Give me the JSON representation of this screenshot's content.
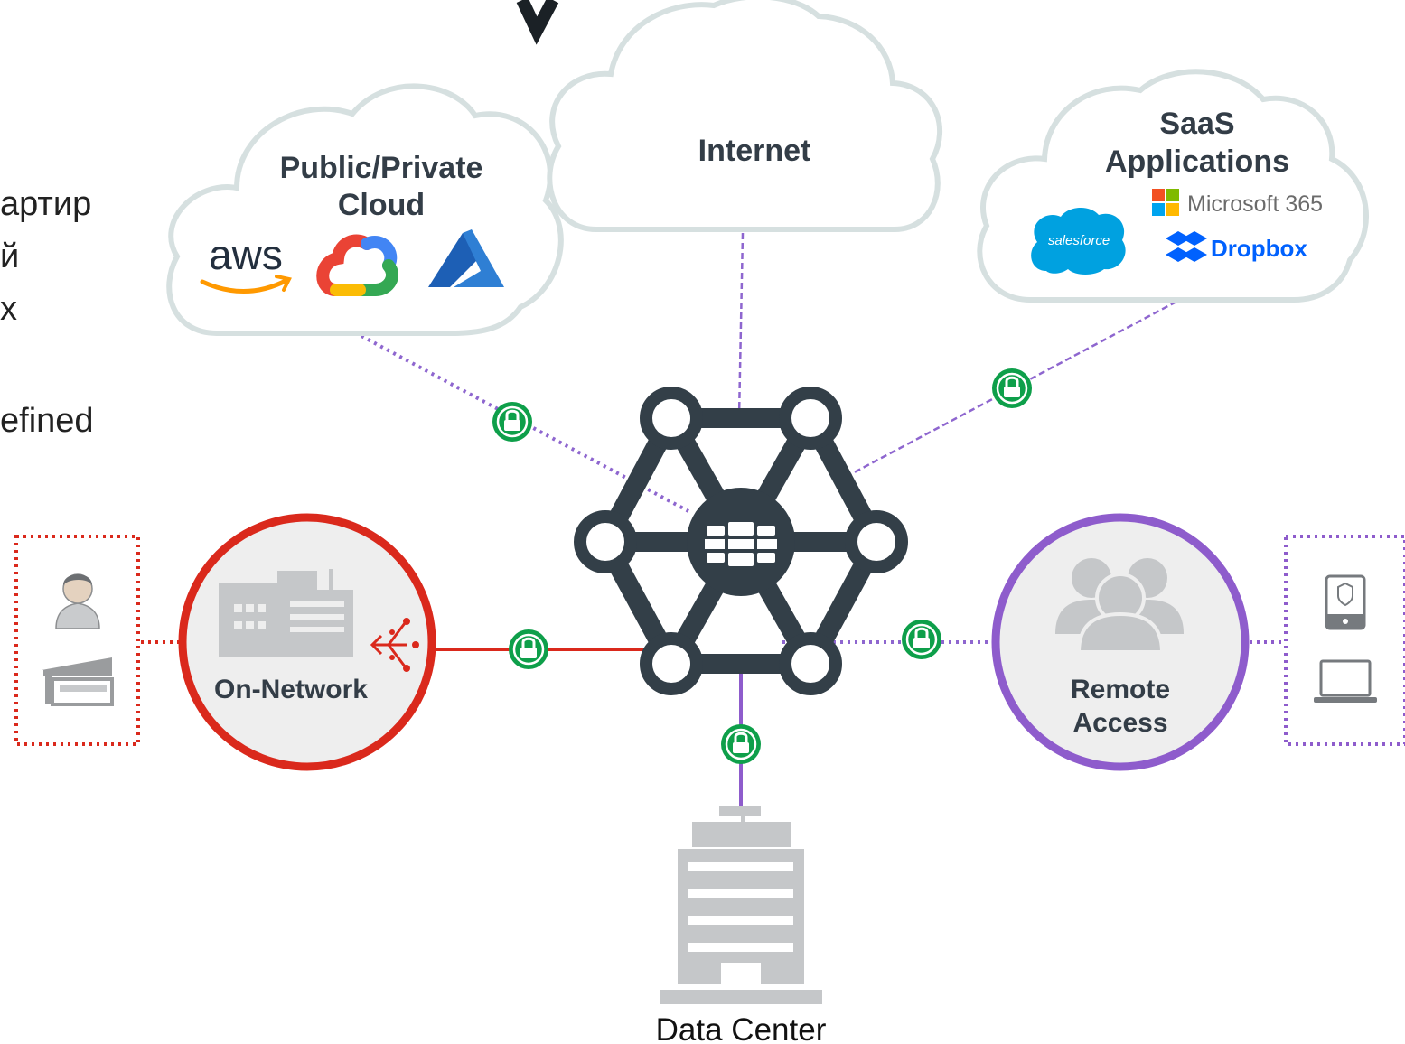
{
  "left_text": [
    "артир",
    "й",
    "х",
    "efined"
  ],
  "clouds": {
    "public_private": {
      "title_line1": "Public/Private",
      "title_line2": "Cloud",
      "aws_logo_text": "aws"
    },
    "internet": {
      "title": "Internet"
    },
    "saas": {
      "title_line1": "SaaS",
      "title_line2": "Applications",
      "microsoft_logo_text": "Microsoft 365",
      "salesforce_logo_text": "salesforce",
      "dropbox_logo_text": "Dropbox"
    }
  },
  "nodes": {
    "on_network": {
      "label": "On-Network"
    },
    "remote_access": {
      "label_line1": "Remote",
      "label_line2": "Access"
    },
    "data_center": {
      "label": "Data Center"
    }
  },
  "colors": {
    "hub": "#333f48",
    "on_network_ring": "#da291c",
    "remote_ring": "#8e5ccc",
    "lock": "#0e9f4a",
    "cloud_stroke": "#d6e0e0",
    "node_fill": "#eeeeee",
    "building_gray": "#c5c7c9",
    "connector_dashed": "#9a6ad6"
  },
  "icons": [
    "aws-logo",
    "google-cloud-logo",
    "azure-logo",
    "microsoft-logo",
    "salesforce-logo",
    "dropbox-logo",
    "fortinet-logo",
    "lock-icon",
    "user-icon",
    "store-icon",
    "office-building-icon",
    "routing-icon",
    "users-icon",
    "tablet-icon",
    "laptop-icon",
    "data-center-icon"
  ]
}
